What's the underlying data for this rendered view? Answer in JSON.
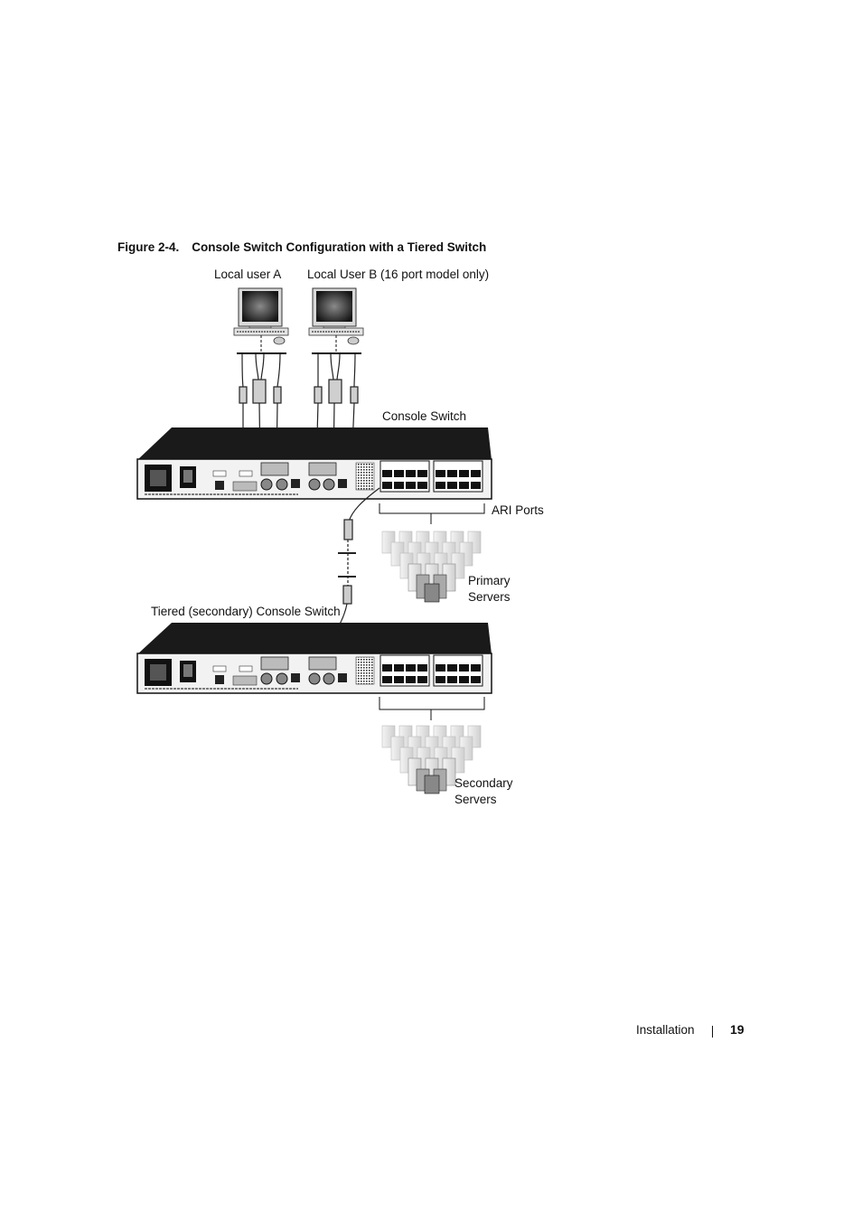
{
  "caption": {
    "number": "Figure 2-4.",
    "title": "Console Switch Configuration with a Tiered Switch"
  },
  "labels": {
    "local_user_a": "Local user A",
    "local_user_b": "Local User B (16 port model only)",
    "console_switch": "Console Switch",
    "ari_ports": "ARI Ports",
    "primary_servers_line1": "Primary",
    "primary_servers_line2": "Servers",
    "tiered_switch": "Tiered (secondary) Console Switch",
    "secondary_servers_line1": "Secondary",
    "secondary_servers_line2": "Servers"
  },
  "footer": {
    "section": "Installation",
    "page": "19"
  }
}
